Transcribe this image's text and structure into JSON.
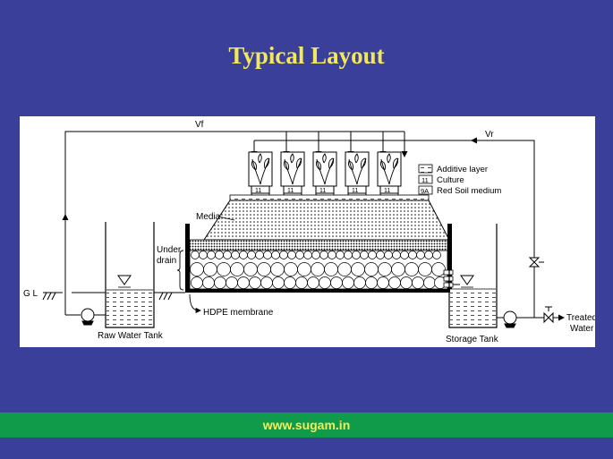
{
  "slide": {
    "title": "Typical Layout"
  },
  "diagram": {
    "labels": {
      "vf": "Vf",
      "vr": "Vr",
      "media": "Media",
      "under": "Under",
      "drain": "drain",
      "gl": "G L",
      "hdpe": "HDPE membrane",
      "raw_tank": "Raw Water Tank",
      "storage_tank": "Storage Tank",
      "treated": "Treated",
      "water": "Water",
      "unit_culture": "11",
      "unit_soil": "9A"
    },
    "legend": [
      {
        "symbol": "",
        "text": "Additive layer"
      },
      {
        "symbol": "11",
        "text": "Culture"
      },
      {
        "symbol": "9A",
        "text": "Red Soil medium"
      }
    ]
  },
  "footer": {
    "url": "www.sugam.in"
  }
}
